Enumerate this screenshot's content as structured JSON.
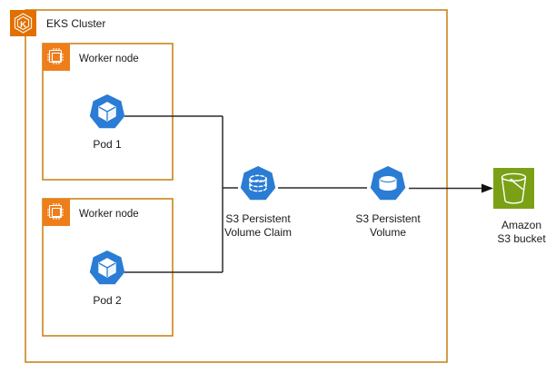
{
  "diagram": {
    "title_visible": false,
    "colors": {
      "eks_orange": "#E17000",
      "cluster_border": "#C8861A",
      "node_border": "#C8861A",
      "node_icon_bg": "#EE7D1A",
      "k8s_blue": "#2A7CD5",
      "k8s_blue_dark": "#1C6FC4",
      "s3_green": "#7AA116",
      "line": "#2b2b2b",
      "text": "#1a1a1a",
      "white": "#ffffff"
    },
    "cluster": {
      "label": "EKS Cluster",
      "icon": "eks-cluster-icon"
    },
    "worker_nodes": [
      {
        "label": "Worker node",
        "icon": "worker-node-icon",
        "pod": {
          "label": "Pod 1",
          "icon": "kubernetes-pod-icon"
        }
      },
      {
        "label": "Worker node",
        "icon": "worker-node-icon",
        "pod": {
          "label": "Pod 2",
          "icon": "kubernetes-pod-icon"
        }
      }
    ],
    "volume_claim": {
      "label_line1": "S3 Persistent",
      "label_line2": "Volume Claim",
      "icon": "persistent-volume-claim-icon"
    },
    "volume": {
      "label_line1": "S3 Persistent",
      "label_line2": "Volume",
      "icon": "persistent-volume-icon"
    },
    "s3_bucket": {
      "label_line1": "Amazon",
      "label_line2": "S3 bucket",
      "icon": "amazon-s3-bucket-icon"
    },
    "connectors": [
      {
        "name": "pod1-to-claim"
      },
      {
        "name": "pod2-to-claim"
      },
      {
        "name": "claim-to-volume"
      },
      {
        "name": "volume-to-s3-bucket"
      }
    ]
  }
}
